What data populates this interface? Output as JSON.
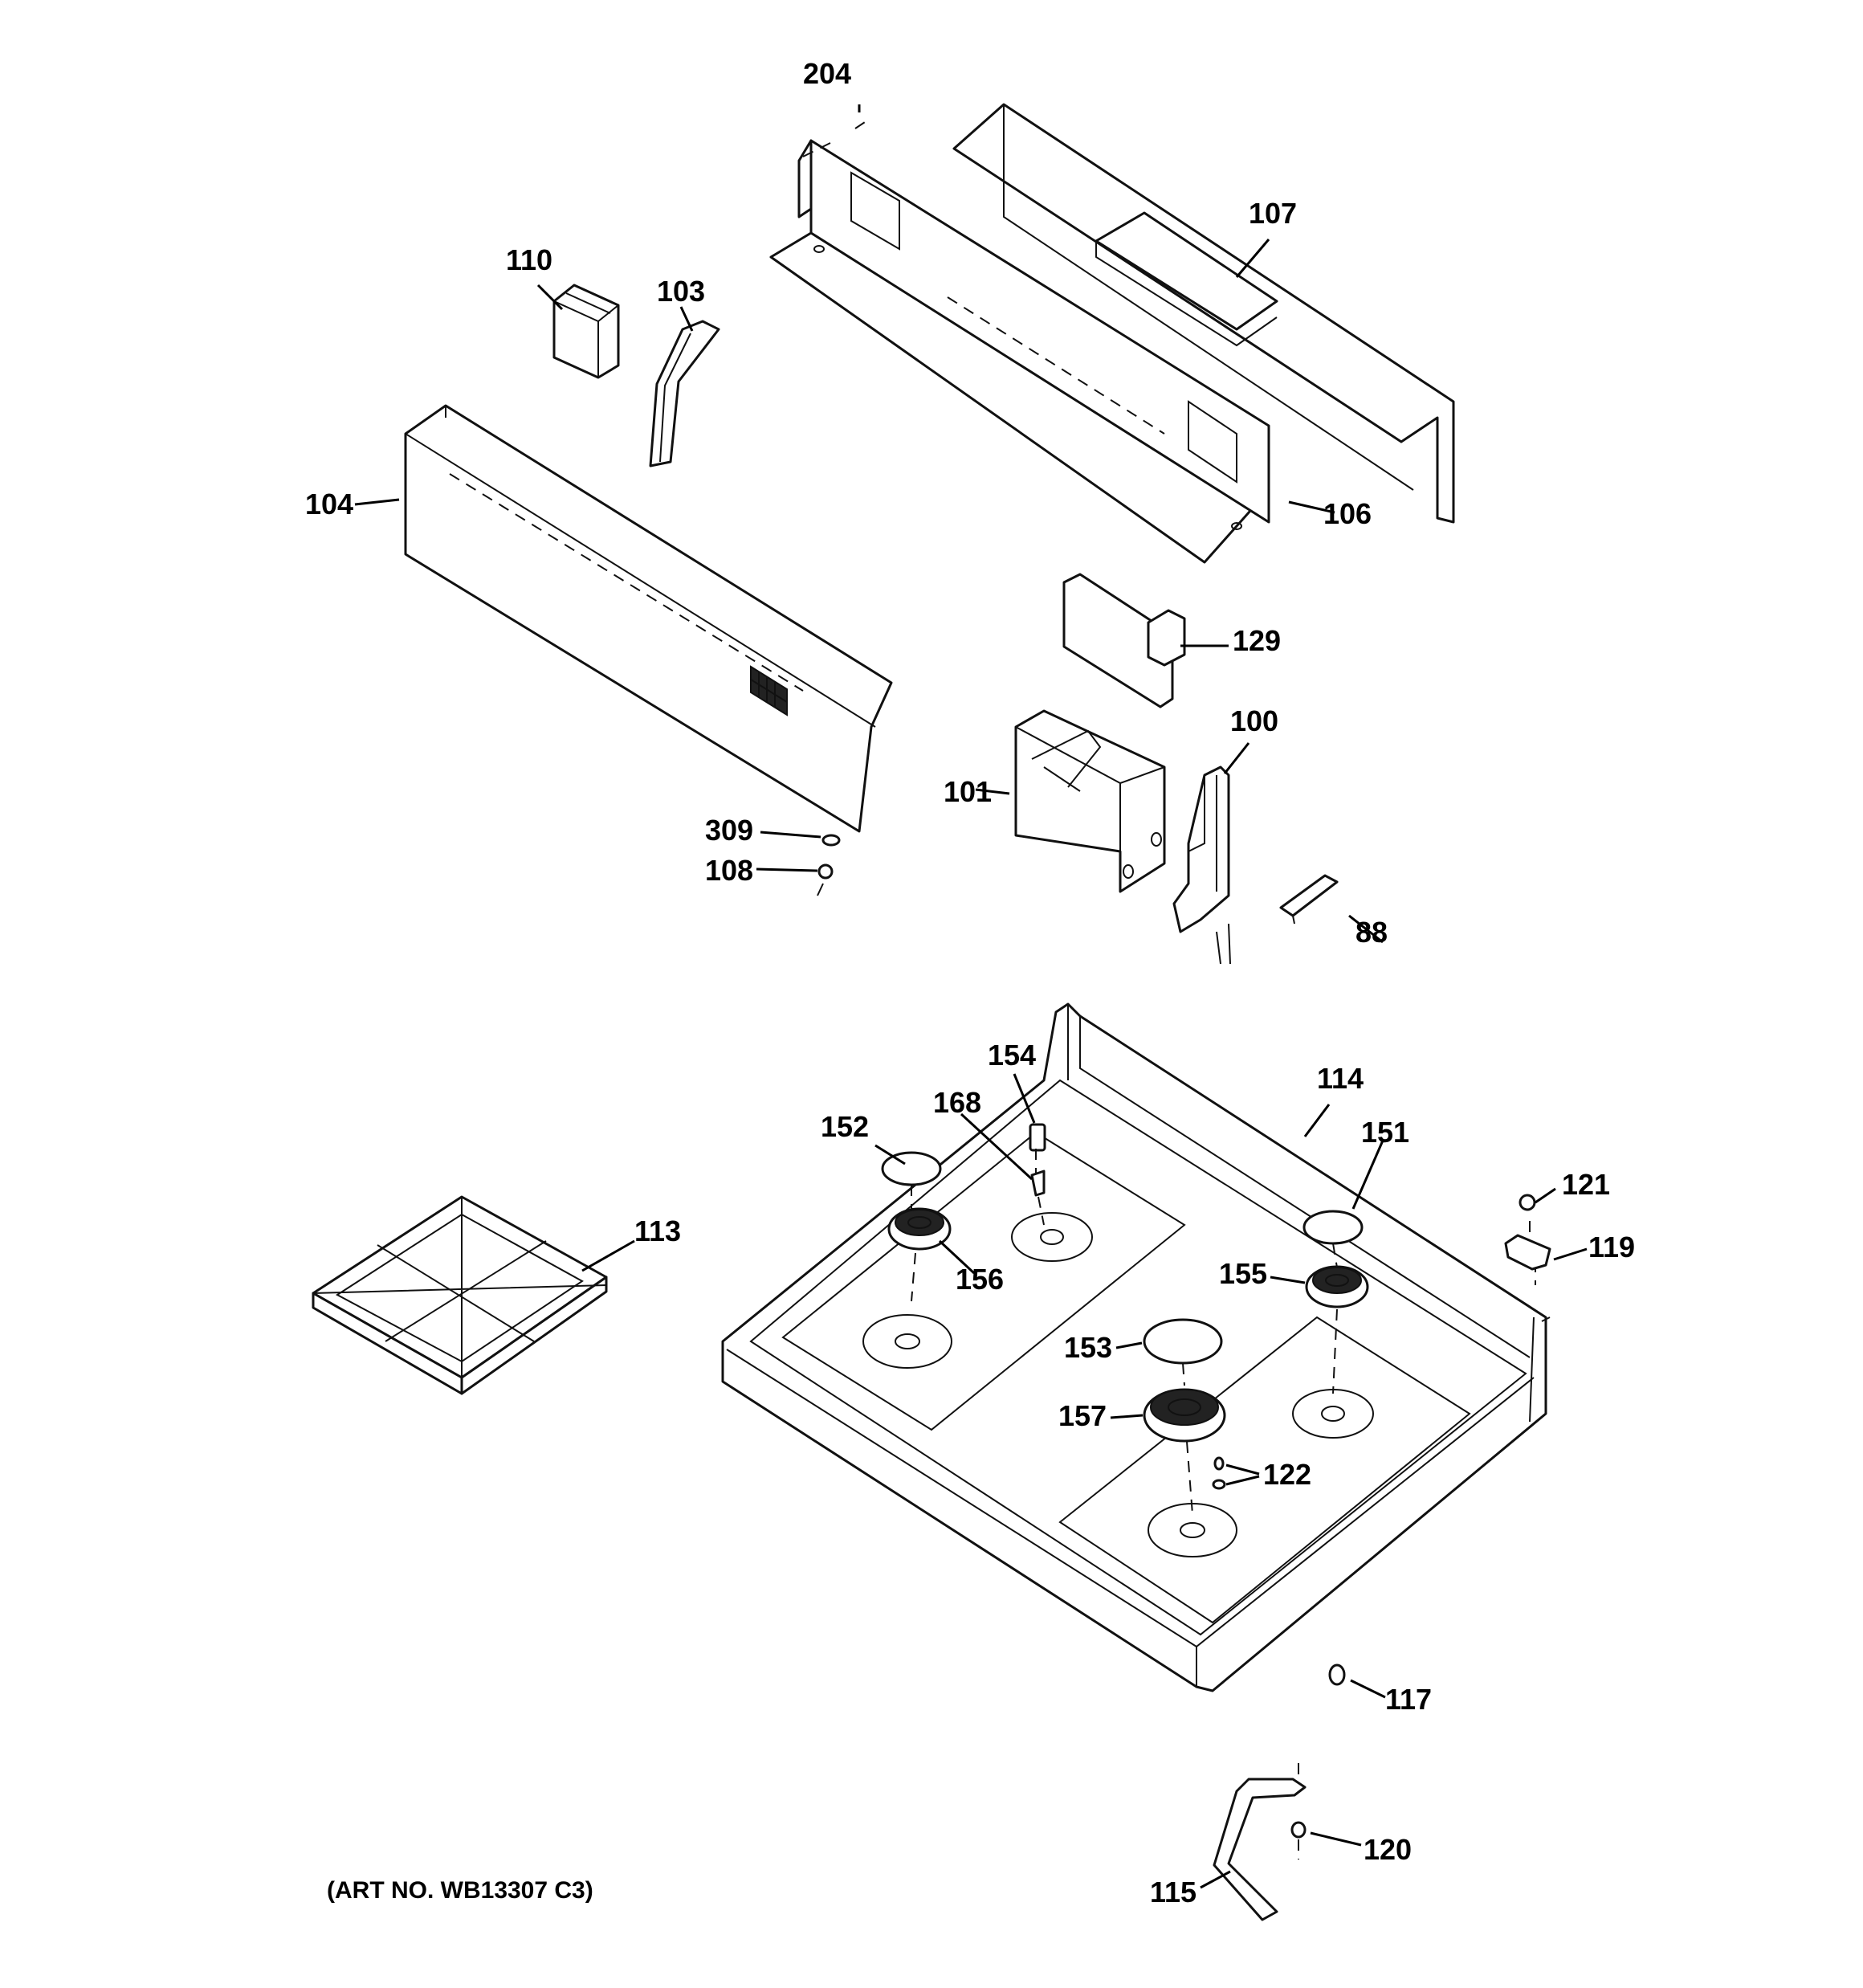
{
  "art_number": "(ART NO. WB13307 C3)",
  "callouts": {
    "c204": "204",
    "c107": "107",
    "c110": "110",
    "c103": "103",
    "c104": "104",
    "c106": "106",
    "c129": "129",
    "c100": "100",
    "c101": "101",
    "c309": "309",
    "c108": "108",
    "c88": "88",
    "c154": "154",
    "c114": "114",
    "c168": "168",
    "c152": "152",
    "c151": "151",
    "c121": "121",
    "c113": "113",
    "c156": "156",
    "c119": "119",
    "c155": "155",
    "c153": "153",
    "c157": "157",
    "c122": "122",
    "c117": "117",
    "c120": "120",
    "c115": "115"
  }
}
